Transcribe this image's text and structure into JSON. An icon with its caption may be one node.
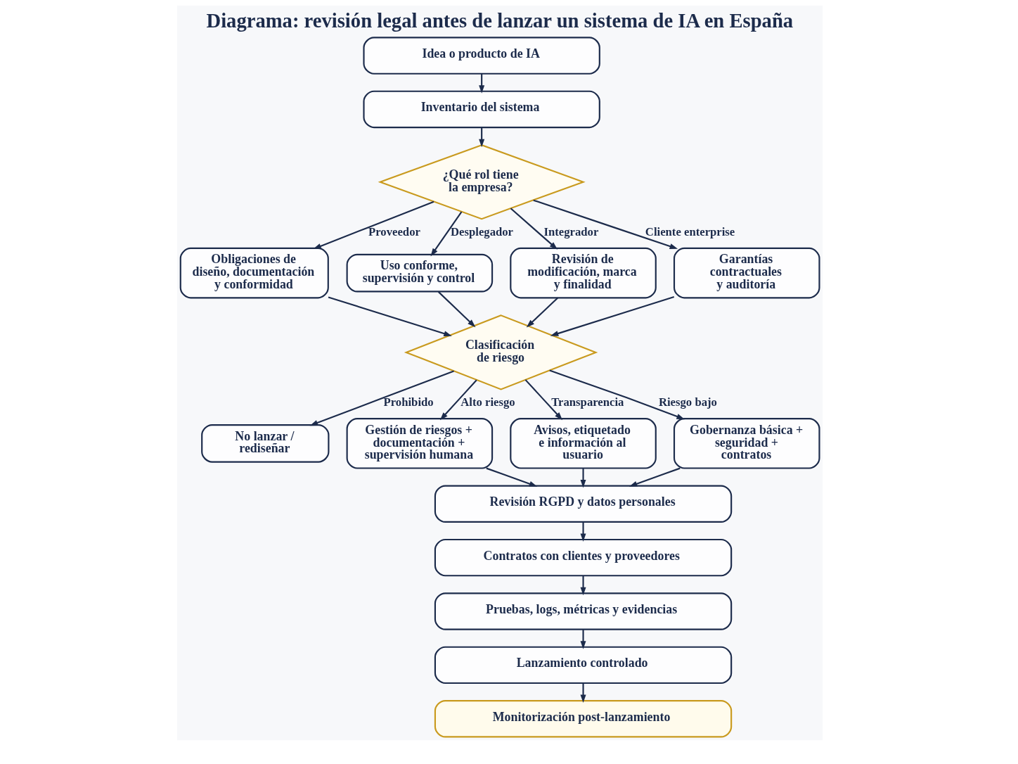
{
  "diagram": {
    "title": "Diagrama: revisión legal antes de lanzar un sistema de IA en España",
    "nodes": [
      {
        "text": [
          "Idea o producto de IA"
        ]
      },
      {
        "text": [
          "Inventario del sistema"
        ]
      },
      {
        "text": [
          "¿Qué rol tiene la empresa?"
        ]
      },
      {
        "text": [
          "Obligaciones de diseño, documentación y conformidad"
        ]
      },
      {
        "text": [
          "Uso conforme, supervisión y control"
        ]
      },
      {
        "text": [
          "Revisión de modificación, marca y finalidad"
        ]
      },
      {
        "text": [
          "Garantías contractuales y auditoría"
        ]
      },
      {
        "text": [
          "Clasificación de riesgo"
        ]
      },
      {
        "text": [
          "No lanzar / rediseñar"
        ]
      },
      {
        "text": [
          "Gestión de riesgos + documentación + supervisión humana"
        ]
      },
      {
        "text": [
          "Avisos, etiquetado e información al usuario"
        ]
      },
      {
        "text": [
          "Gobernanza básica + seguridad + contratos"
        ]
      },
      {
        "text": [
          "Revisión RGPD y datos personales"
        ]
      },
      {
        "text": [
          "Contratos con clientes y proveedores"
        ]
      },
      {
        "text": [
          "Pruebas, logs, métricas y evidencias"
        ]
      },
      {
        "text": [
          "Lanzamiento controlado"
        ]
      },
      {
        "text": [
          "Monitorización post-lanzamiento"
        ]
      }
    ],
    "edges": [
      {
        "from": 0,
        "to": 1,
        "arrow": "to"
      },
      {
        "from": 1,
        "to": 2,
        "arrow": "to"
      },
      {
        "from": 2,
        "to": 3,
        "arrow": "to",
        "label": "Proveedor"
      },
      {
        "from": 2,
        "to": 4,
        "arrow": "to",
        "label": "Desplegador"
      },
      {
        "from": 2,
        "to": 5,
        "arrow": "to",
        "label": "Integrador"
      },
      {
        "from": 2,
        "to": 6,
        "arrow": "to",
        "label": "Cliente enterprise"
      },
      {
        "from": 3,
        "to": 7,
        "arrow": "to"
      },
      {
        "from": 4,
        "to": 7,
        "arrow": "to"
      },
      {
        "from": 5,
        "to": 7,
        "arrow": "to"
      },
      {
        "from": 6,
        "to": 7,
        "arrow": "to"
      },
      {
        "from": 7,
        "to": 8,
        "arrow": "to",
        "label": "Prohibido"
      },
      {
        "from": 7,
        "to": 9,
        "arrow": "to",
        "label": "Alto riesgo"
      },
      {
        "from": 7,
        "to": 10,
        "arrow": "to",
        "label": "Transparencia"
      },
      {
        "from": 7,
        "to": 11,
        "arrow": "to",
        "label": "Riesgo bajo"
      },
      {
        "from": 9,
        "to": 12,
        "arrow": "to"
      },
      {
        "from": 10,
        "to": 12,
        "arrow": "to"
      },
      {
        "from": 11,
        "to": 12,
        "arrow": "to"
      },
      {
        "from": 12,
        "to": 13,
        "arrow": "to"
      },
      {
        "from": 13,
        "to": 14,
        "arrow": "to"
      },
      {
        "from": 14,
        "to": 15,
        "arrow": "to"
      },
      {
        "from": 15,
        "to": 16,
        "arrow": "to"
      }
    ]
  }
}
